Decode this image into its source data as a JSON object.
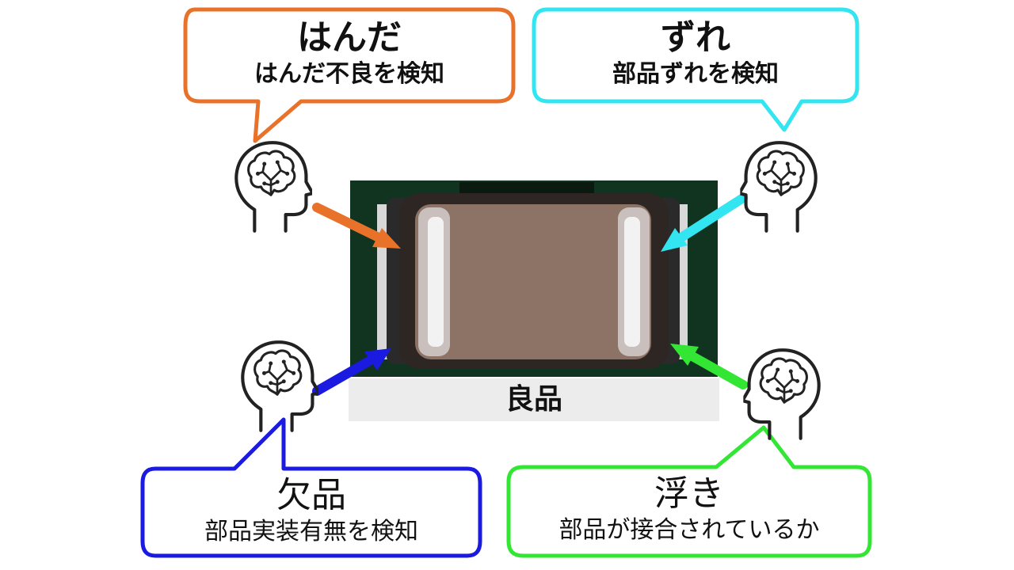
{
  "colors": {
    "solder": "#e8722a",
    "shift": "#33e5f0",
    "missing": "#1a1ae0",
    "lift": "#33e633",
    "board": "#10341f",
    "component_body": "#8c7366",
    "caption_bg": "#ececec"
  },
  "callouts": {
    "solder": {
      "title": "はんだ",
      "subtitle": "はんだ不良を検知"
    },
    "shift": {
      "title": "ずれ",
      "subtitle": "部品ずれを検知"
    },
    "missing": {
      "title": "欠品",
      "subtitle": "部品実装有無を検知"
    },
    "lift": {
      "title": "浮き",
      "subtitle": "部品が接合されているか"
    }
  },
  "component": {
    "caption": "良品"
  },
  "icons": [
    "ai-head-icon",
    "ai-head-icon",
    "ai-head-icon",
    "ai-head-icon"
  ]
}
